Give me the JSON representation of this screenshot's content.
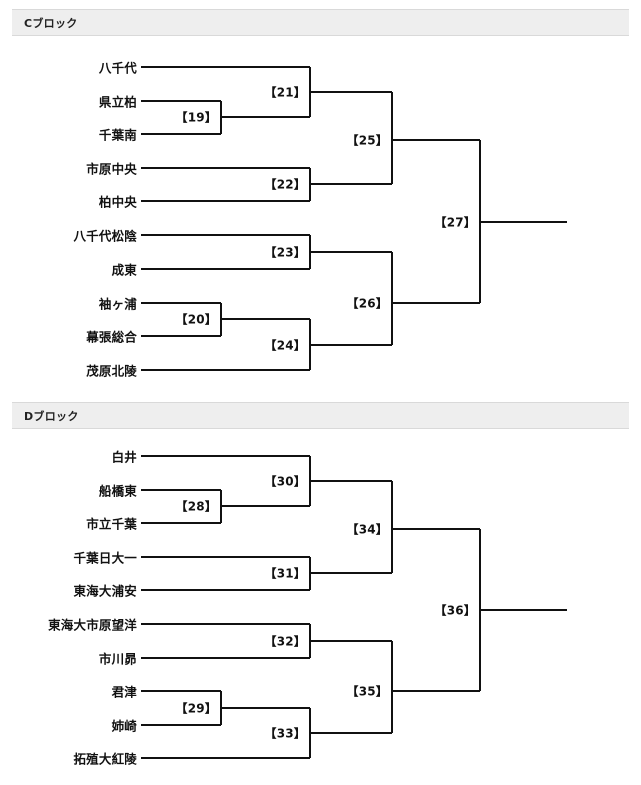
{
  "blocks": [
    {
      "id": "c-block",
      "header": "Cブロック",
      "teams": [
        "八千代",
        "県立柏",
        "千葉南",
        "市原中央",
        "柏中央",
        "八千代松陰",
        "成東",
        "袖ヶ浦",
        "幕張総合",
        "茂原北陵"
      ],
      "matches": [
        "【19】",
        "【21】",
        "【22】",
        "【25】",
        "【23】",
        "【20】",
        "【24】",
        "【26】",
        "【27】"
      ],
      "match_labels": {
        "m19": "【19】",
        "m20": "【20】",
        "m21": "【21】",
        "m22": "【22】",
        "m23": "【23】",
        "m24": "【24】",
        "m25": "【25】",
        "m26": "【26】",
        "m27": "【27】"
      }
    },
    {
      "id": "d-block",
      "header": "Dブロック",
      "teams": [
        "白井",
        "船橋東",
        "市立千葉",
        "千葉日大一",
        "東海大浦安",
        "東海大市原望洋",
        "市川昴",
        "君津",
        "姉崎",
        "拓殖大紅陵"
      ],
      "matches": [
        "【28】",
        "【30】",
        "【31】",
        "【34】",
        "【32】",
        "【29】",
        "【33】",
        "【35】",
        "【36】"
      ],
      "match_labels": {
        "m28": "【28】",
        "m29": "【29】",
        "m30": "【30】",
        "m31": "【31】",
        "m32": "【32】",
        "m33": "【33】",
        "m34": "【34】",
        "m35": "【35】",
        "m36": "【36】"
      }
    }
  ]
}
